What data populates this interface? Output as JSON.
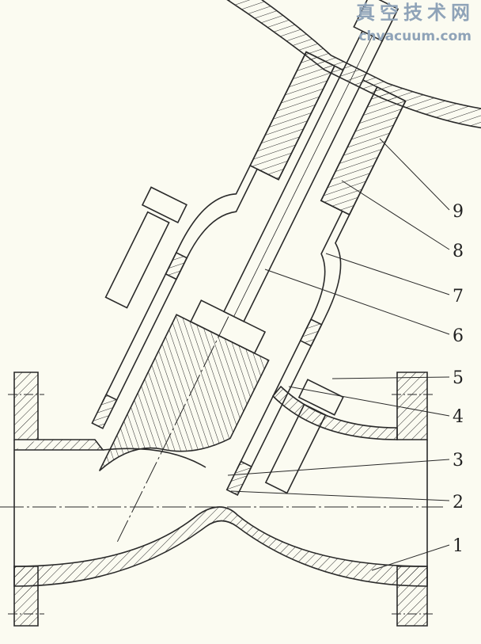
{
  "watermark": {
    "chinese": "真空技术网",
    "domain": "chvacuum.com"
  },
  "part_labels": [
    "1",
    "2",
    "3",
    "4",
    "5",
    "6",
    "7",
    "8",
    "9"
  ],
  "colors": {
    "line": "#2a2a2a",
    "background": "#fbfbf1",
    "watermark": "#8fa3b8"
  }
}
